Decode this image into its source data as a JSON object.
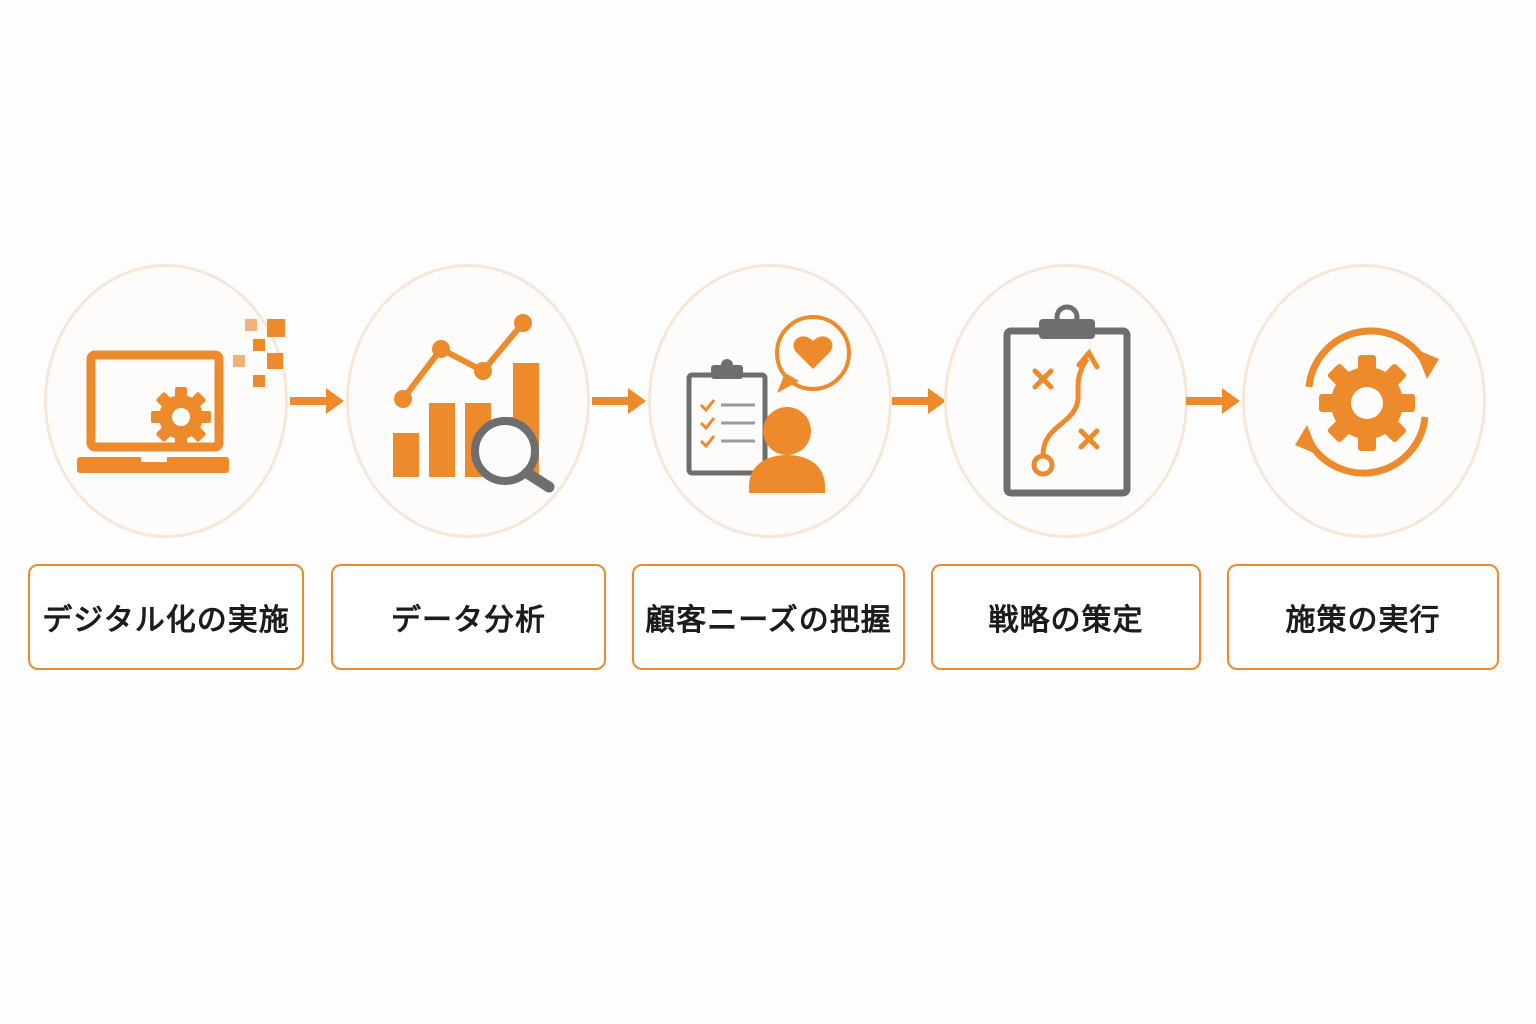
{
  "colors": {
    "accent": "#ec8a2c",
    "gray": "#6e6e6e",
    "text": "#1c1c1c"
  },
  "steps": [
    {
      "label": "デジタル化の実施",
      "icon": "laptop-gear-icon"
    },
    {
      "label": "データ分析",
      "icon": "chart-magnifier-icon"
    },
    {
      "label": "顧客ニーズの把握",
      "icon": "customer-clipboard-heart-icon"
    },
    {
      "label": "戦略の策定",
      "icon": "strategy-clipboard-icon"
    },
    {
      "label": "施策の実行",
      "icon": "gear-cycle-icon"
    }
  ]
}
